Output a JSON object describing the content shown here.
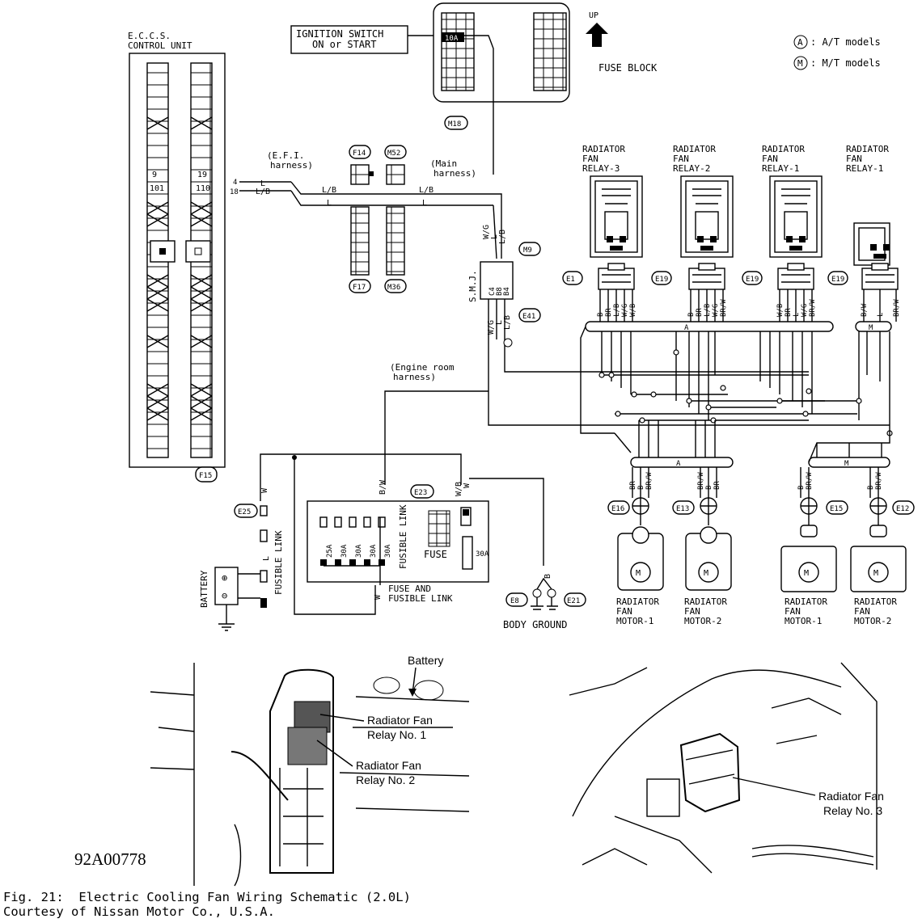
{
  "ecu": {
    "title1": "E.C.C.S.",
    "title2": "CONTROL UNIT",
    "pin_a1": "9",
    "pin_a2": "101",
    "pin_b1": "19",
    "pin_b2": "110",
    "connector": "F15"
  },
  "ignition": {
    "line1": "IGNITION SWITCH",
    "line2": "ON or START"
  },
  "fuse_block": {
    "label": "FUSE BLOCK",
    "fuse": "10A",
    "connector": "M18",
    "up": "UP"
  },
  "legend": {
    "a_symbol": "A",
    "a_text": ": A/T models",
    "m_symbol": "M",
    "m_text": ": M/T models"
  },
  "harness": {
    "efi_1": "(E.F.I.",
    "efi_2": "harness)",
    "main_1": "(Main",
    "main_2": "harness)",
    "engine_1": "(Engine room",
    "engine_2": "harness)"
  },
  "connectors": {
    "f14": "F14",
    "m52": "M52",
    "f17": "F17",
    "m36": "M36",
    "m9": "M9",
    "e41": "E41",
    "e23": "E23",
    "e25": "E25",
    "e1": "E1",
    "e19a": "E19",
    "e19b": "E19",
    "e19c": "E19",
    "e16": "E16",
    "e13": "E13",
    "e15": "E15",
    "e12": "E12",
    "e8": "E8",
    "e21": "E21"
  },
  "smj": {
    "label": "S.M.J.",
    "pins": [
      "C4",
      "B8",
      "B4"
    ]
  },
  "wires": {
    "lb": "L/B",
    "l": "L",
    "wg": "W/G",
    "w": "W",
    "bw": "B/W",
    "wb": "W/B",
    "b": "B",
    "br": "BR",
    "brw": "BR/W",
    "a": "A",
    "m": "M",
    "n4": "4",
    "n18": "18"
  },
  "relays": [
    {
      "l1": "RADIATOR",
      "l2": "FAN",
      "l3": "RELAY-3",
      "conn": "E1",
      "wires": [
        "B",
        "BR",
        "L/B",
        "W/G",
        "W/B"
      ]
    },
    {
      "l1": "RADIATOR",
      "l2": "FAN",
      "l3": "RELAY-2",
      "conn": "E19",
      "wires": [
        "B",
        "BR",
        "L/B",
        "W/G",
        "BR/W"
      ]
    },
    {
      "l1": "RADIATOR",
      "l2": "FAN",
      "l3": "RELAY-1",
      "conn": "E19",
      "wires": [
        "W/B",
        "BR",
        "L",
        "W/G",
        "BR/W"
      ]
    },
    {
      "l1": "RADIATOR",
      "l2": "FAN",
      "l3": "RELAY-1",
      "conn": "E19",
      "wires": [
        "B/W",
        "L",
        "BR/W"
      ]
    }
  ],
  "fuse_link": {
    "title1": "FUSE AND",
    "title2": "FUSIBLE LINK",
    "fusible": "FUSIBLE LINK",
    "fuse": "FUSE",
    "ratings": [
      "25A",
      "30A",
      "30A",
      "30A",
      "30A"
    ],
    "r30": "30A"
  },
  "battery": {
    "label": "BATTERY",
    "fusible": "FUSIBLE LINK"
  },
  "ground": {
    "label": "BODY GROUND"
  },
  "motors": [
    {
      "l1": "RADIATOR",
      "l2": "FAN",
      "l3": "MOTOR-1"
    },
    {
      "l1": "RADIATOR",
      "l2": "FAN",
      "l3": "MOTOR-2"
    },
    {
      "l1": "RADIATOR",
      "l2": "FAN",
      "l3": "MOTOR-1"
    },
    {
      "l1": "RADIATOR",
      "l2": "FAN",
      "l3": "MOTOR-2"
    }
  ],
  "photo_left": {
    "battery": "Battery",
    "relay1_l1": "Radiator Fan",
    "relay1_l2": "Relay No. 1",
    "relay2_l1": "Radiator Fan",
    "relay2_l2": "Relay No. 2",
    "id": "92A00778"
  },
  "photo_right": {
    "relay3_l1": "Radiator Fan",
    "relay3_l2": "Relay No. 3"
  },
  "caption": {
    "line1": "Fig. 21:  Electric Cooling Fan Wiring Schematic (2.0L)",
    "line2": "Courtesy of Nissan Motor Co., U.S.A."
  }
}
